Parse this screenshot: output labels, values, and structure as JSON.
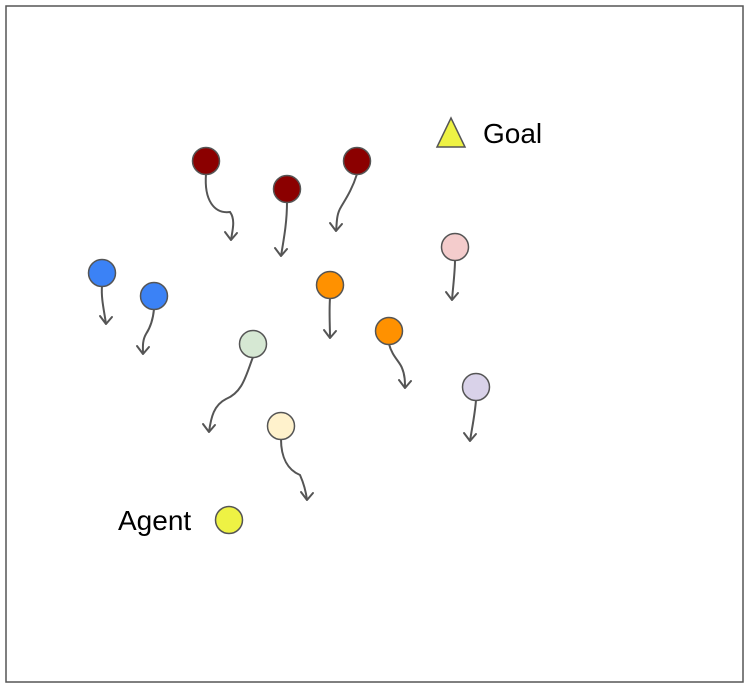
{
  "goal": {
    "label": "Goal",
    "color": "#eef244"
  },
  "agent": {
    "label": "Agent",
    "color": "#eef244"
  },
  "colors": {
    "red": "#8b0000",
    "blue": "#3b82f6",
    "orange": "#ff9100",
    "pink": "#f4cccc",
    "green": "#d6e8d3",
    "cream": "#fff2cc",
    "lavender": "#d9d2e9",
    "stroke": "#555555"
  },
  "obstacles": [
    {
      "color": "red"
    },
    {
      "color": "red"
    },
    {
      "color": "red"
    },
    {
      "color": "blue"
    },
    {
      "color": "blue"
    },
    {
      "color": "orange"
    },
    {
      "color": "orange"
    },
    {
      "color": "pink"
    },
    {
      "color": "green"
    },
    {
      "color": "cream"
    },
    {
      "color": "lavender"
    }
  ]
}
